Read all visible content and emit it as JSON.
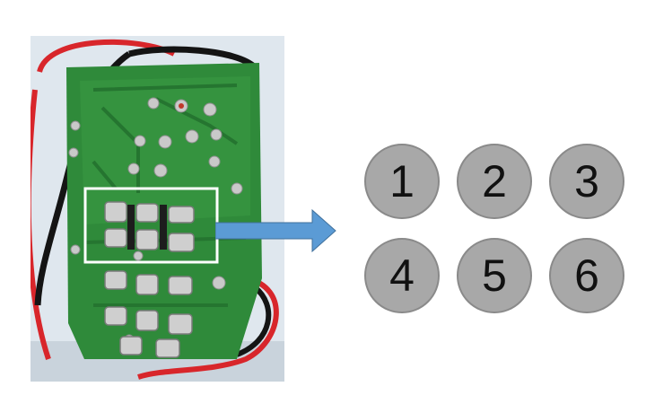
{
  "colors": {
    "background": "#ffffff",
    "pcb_green": "#2f8a3a",
    "solder": "#c9c9c9",
    "highlight_box": "#ffffff",
    "arrow": "#5b9bd5",
    "circle_fill": "#a8a8a8",
    "circle_text": "#111111"
  },
  "pins": [
    {
      "label": "1"
    },
    {
      "label": "2"
    },
    {
      "label": "3"
    },
    {
      "label": "4"
    },
    {
      "label": "5"
    },
    {
      "label": "6"
    }
  ]
}
